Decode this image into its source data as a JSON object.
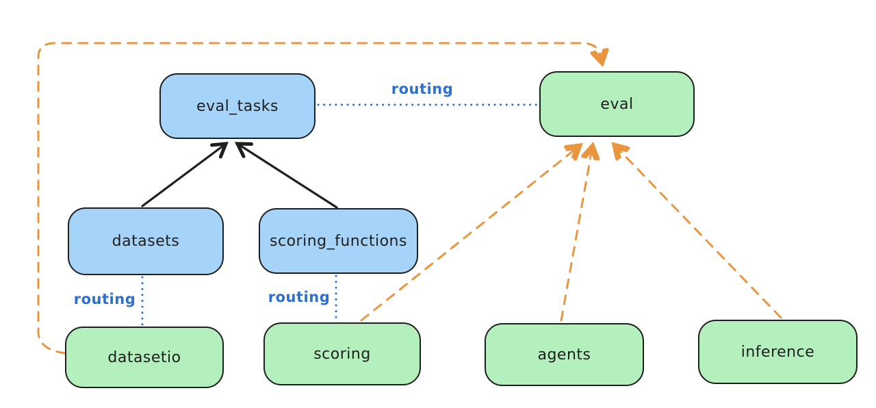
{
  "diagram": {
    "colors": {
      "blue_fill": "#a6d4f8",
      "green_fill": "#b4f0bd",
      "stroke": "#1e1e1e",
      "orange_edge": "#e8963f",
      "routing_blue": "#2d70cd",
      "background": "#ffffff"
    },
    "nodes": [
      {
        "id": "eval_tasks",
        "label": "eval_tasks",
        "color": "blue"
      },
      {
        "id": "eval",
        "label": "eval",
        "color": "green"
      },
      {
        "id": "datasets",
        "label": "datasets",
        "color": "blue"
      },
      {
        "id": "scoring_functions",
        "label": "scoring_functions",
        "color": "blue"
      },
      {
        "id": "datasetio",
        "label": "datasetio",
        "color": "green"
      },
      {
        "id": "scoring",
        "label": "scoring",
        "color": "green"
      },
      {
        "id": "agents",
        "label": "agents",
        "color": "green"
      },
      {
        "id": "inference",
        "label": "inference",
        "color": "green"
      }
    ],
    "edges": [
      {
        "from": "datasets",
        "to": "eval_tasks",
        "style": "solid-black-arrow",
        "label": ""
      },
      {
        "from": "scoring_functions",
        "to": "eval_tasks",
        "style": "solid-black-arrow",
        "label": ""
      },
      {
        "from": "eval_tasks",
        "to": "eval",
        "style": "dotted-blue",
        "label": "routing"
      },
      {
        "from": "datasets",
        "to": "datasetio",
        "style": "dotted-blue",
        "label": "routing"
      },
      {
        "from": "scoring_functions",
        "to": "scoring",
        "style": "dotted-blue",
        "label": "routing"
      },
      {
        "from": "datasetio",
        "to": "eval",
        "style": "dashed-orange-arrow",
        "label": ""
      },
      {
        "from": "scoring",
        "to": "eval",
        "style": "dashed-orange-arrow",
        "label": ""
      },
      {
        "from": "agents",
        "to": "eval",
        "style": "dashed-orange-arrow",
        "label": ""
      },
      {
        "from": "inference",
        "to": "eval",
        "style": "dashed-orange-arrow",
        "label": ""
      }
    ],
    "edge_labels": [
      {
        "text": "routing"
      },
      {
        "text": "routing"
      },
      {
        "text": "routing"
      }
    ]
  }
}
